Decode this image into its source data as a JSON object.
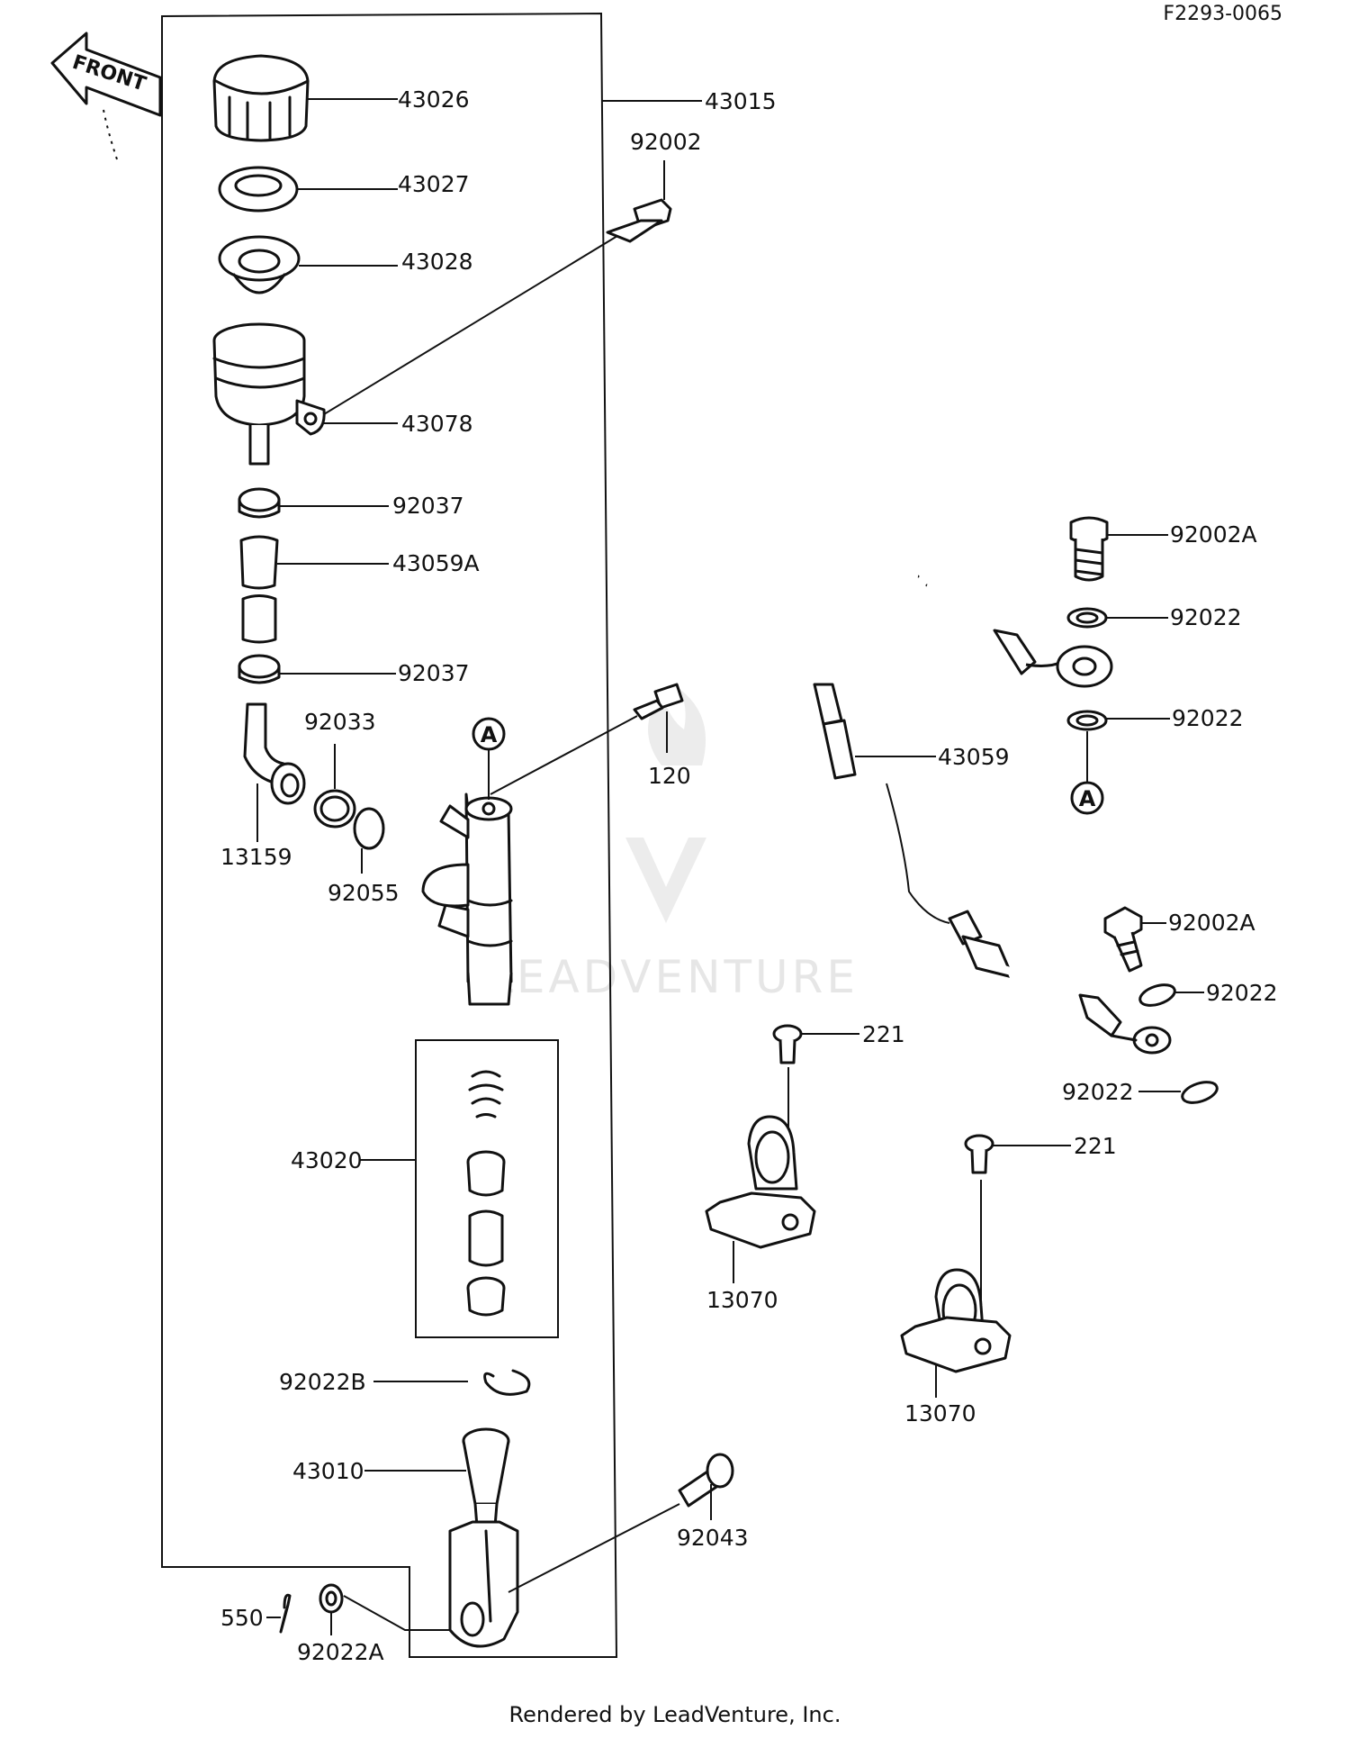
{
  "diagram_code": "F2293-0065",
  "front_label": "FRONT",
  "footer": "Rendered by LeadVenture, Inc.",
  "watermark": "LEADVENTURE",
  "callout_letter": "A",
  "parts": {
    "p43026": "43026",
    "p43015": "43015",
    "p43027": "43027",
    "p92002": "92002",
    "p43028": "43028",
    "p43078": "43078",
    "p92037a": "92037",
    "p43059A": "43059A",
    "p92037b": "92037",
    "p92033": "92033",
    "p13159": "13159",
    "p92055": "92055",
    "p120": "120",
    "p43020": "43020",
    "p92022B": "92022B",
    "p43010": "43010",
    "p92043": "92043",
    "p550": "550",
    "p92022A": "92022A",
    "p92002A_a": "92002A",
    "p92022_a": "92022",
    "p92022_b": "92022",
    "p43059": "43059",
    "p92002A_b": "92002A",
    "p92022_c": "92022",
    "p92022_d": "92022",
    "p221_a": "221",
    "p221_b": "221",
    "p13070_a": "13070",
    "p13070_b": "13070"
  }
}
